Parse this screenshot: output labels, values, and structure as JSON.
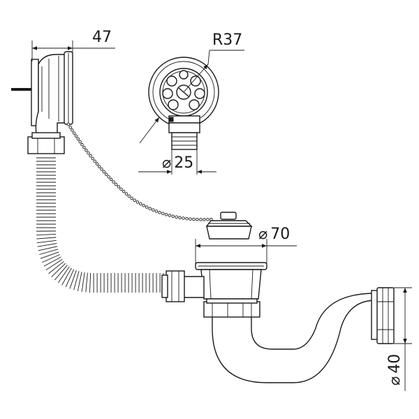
{
  "dimensions": {
    "overflow_width": "47",
    "grate_radius": "R37",
    "outlet_diameter": "25",
    "drain_diameter": "70",
    "pipe_diameter": "40"
  },
  "symbols": {
    "diameter": "⌀"
  }
}
